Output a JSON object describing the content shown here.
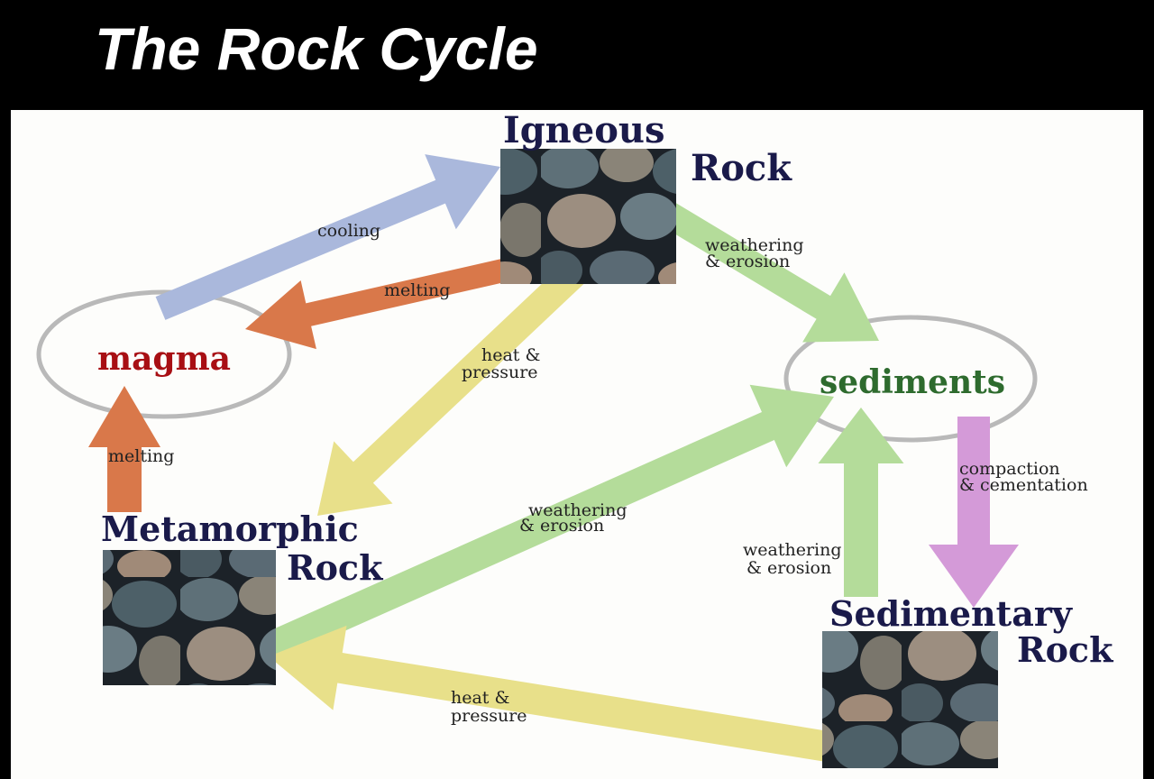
{
  "title": "The Rock Cycle",
  "nodes": {
    "igneous": {
      "line1": "Igneous",
      "line2": "Rock"
    },
    "metamorphic": {
      "line1": "Metamorphic",
      "line2": "Rock"
    },
    "sedimentary": {
      "line1": "Sedimentary",
      "line2": "Rock"
    },
    "magma": {
      "label": "magma"
    },
    "sediments": {
      "label": "sediments"
    }
  },
  "processes": {
    "cooling": [
      "cooling"
    ],
    "melting_igneous": [
      "melting"
    ],
    "melting_metamorphic": [
      "melting"
    ],
    "weathering_igneous": [
      "weathering",
      "& erosion"
    ],
    "heat_pressure_igneous": [
      "heat &",
      "pressure"
    ],
    "weathering_metamorphic": [
      "weathering",
      "& erosion"
    ],
    "weathering_sedimentary": [
      "weathering",
      "& erosion"
    ],
    "compaction": [
      "compaction",
      "& cementation"
    ],
    "heat_pressure_sedimentary": [
      "heat &",
      "pressure"
    ]
  },
  "colors": {
    "cooling": "#aab8dc",
    "melting": "#d9784a",
    "weathering": "#b4dc9a",
    "heat_pressure": "#e8e08a",
    "compaction": "#d49ad8",
    "magma_text": "#a80f14",
    "sediments_text": "#2e6b2e",
    "rock_title": "#1a1a4a"
  }
}
